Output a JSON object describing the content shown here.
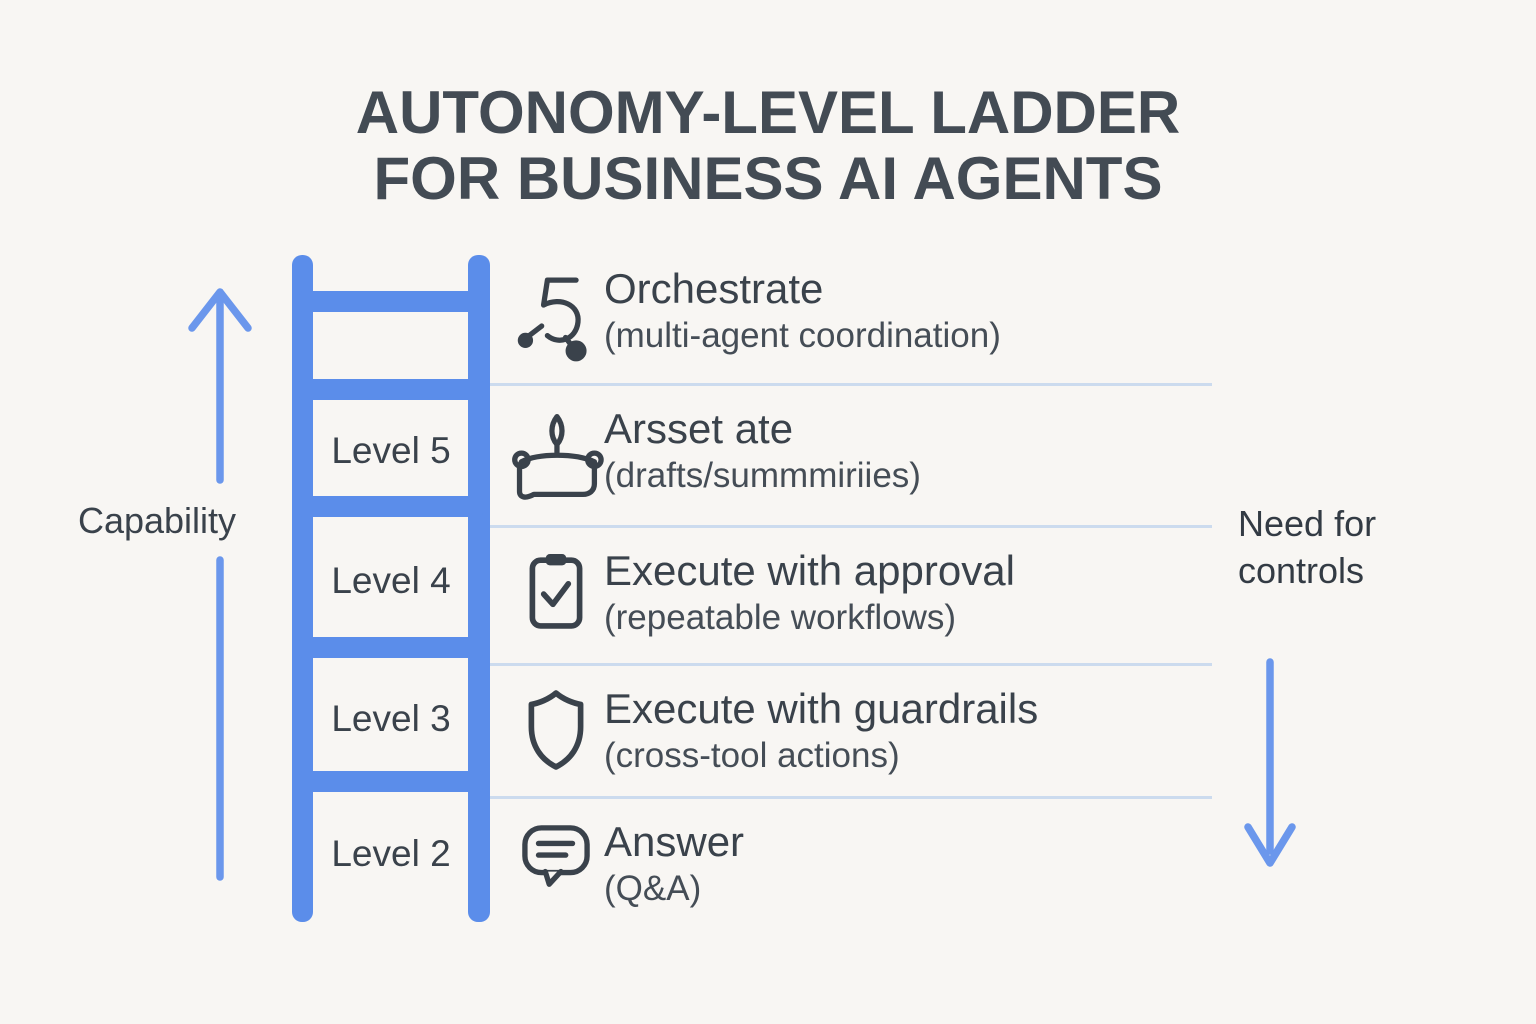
{
  "title": {
    "line1": "AUTONOMY-LEVEL LADDER",
    "line2": "FOR BUSINESS AI AGENTS"
  },
  "left_axis": {
    "label": "Capability"
  },
  "right_axis": {
    "label": "Need for controls"
  },
  "ladder": {
    "levels": [
      "Level 5",
      "Level 4",
      "Level 3",
      "Level 2"
    ]
  },
  "rows": [
    {
      "icon": "network-nodes-icon",
      "title": "Orchestrate",
      "subtitle": "(multi-agent coordination)"
    },
    {
      "icon": "quill-banner-icon",
      "title": "Arsset ate",
      "subtitle": "(drafts/summmiriies)"
    },
    {
      "icon": "clipboard-check-icon",
      "title": "Execute with approval",
      "subtitle": "(repeatable workflows)"
    },
    {
      "icon": "shield-icon",
      "title": "Execute with guardrails",
      "subtitle": "(cross-tool actions)"
    },
    {
      "icon": "speech-bubble-icon",
      "title": "Answer",
      "subtitle": "(Q&A)"
    }
  ],
  "colors": {
    "accent_blue": "#5b8dea",
    "arrow_blue": "#6b97ec",
    "divider_blue": "#ccdbee",
    "text_dark": "#3a424b",
    "background": "#f8f6f3"
  }
}
